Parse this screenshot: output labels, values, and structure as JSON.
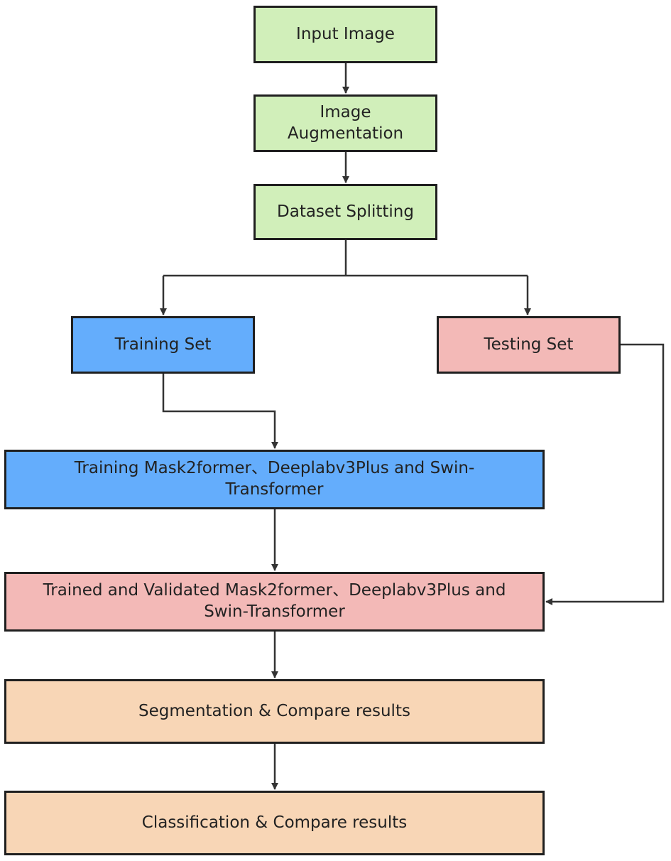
{
  "colors": {
    "green": "#d1efba",
    "blue": "#64adfc",
    "pink": "#f3b9b7",
    "peach": "#f8d6b6",
    "stroke": "#333333",
    "border": "#1f1f1f"
  },
  "nodes": {
    "input_image": "Input Image",
    "image_augmentation": "Image Augmentation",
    "dataset_splitting": "Dataset Splitting",
    "training_set": "Training Set",
    "testing_set": "Testing Set",
    "training_models": "Training Mask2former、Deeplabv3Plus and Swin-Transformer",
    "trained_validated": "Trained and Validated Mask2former、Deeplabv3Plus and Swin-Transformer",
    "segmentation": "Segmentation & Compare results",
    "classification": "Classification & Compare results"
  }
}
